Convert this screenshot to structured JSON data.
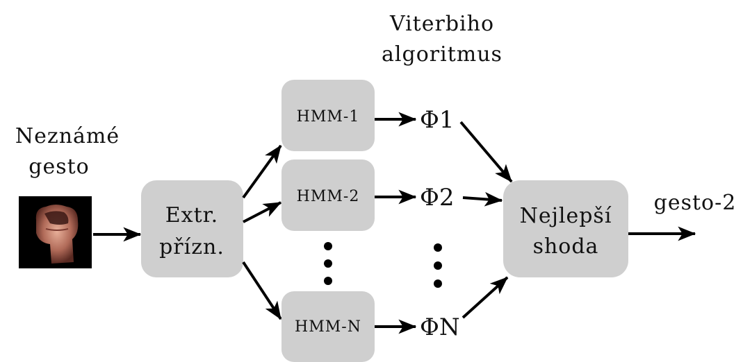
{
  "top_label": [
    "Viterbiho",
    "algoritmus"
  ],
  "input_label": [
    "Neznámé",
    "gesto"
  ],
  "extractor": [
    "Extr.",
    "přízn."
  ],
  "hmm_models": [
    "HMM-1",
    "HMM-2",
    "HMM-N"
  ],
  "scores": [
    "Φ1",
    "Φ2",
    "ΦN"
  ],
  "best_match": [
    "Nejlepší",
    "shoda"
  ],
  "output_label": "gesto-2",
  "colors": {
    "box_fill": "#cfcfcf",
    "arrow": "#000000",
    "text": "#111111"
  },
  "icons": {
    "input_image": "fist-gesture-image"
  }
}
